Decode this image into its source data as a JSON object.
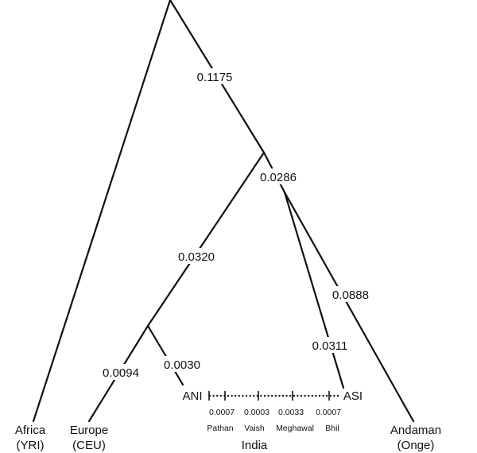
{
  "branch_lengths": {
    "root_to_split": "0.1175",
    "split_node": "0.0286",
    "ani_stem": "0.0320",
    "europe": "0.0094",
    "ani": "0.0030",
    "asi": "0.0311",
    "andaman": "0.0888"
  },
  "tips": {
    "africa": [
      "Africa",
      "(YRI)"
    ],
    "europe": [
      "Europe",
      "(CEU)"
    ],
    "andaman": [
      "Andaman",
      "(Onge)"
    ]
  },
  "admixture": {
    "left_label": "ANI",
    "right_label": "ASI",
    "group_label": "India",
    "populations": [
      {
        "name": "Pathan",
        "value": "0.0007"
      },
      {
        "name": "Vaish",
        "value": "0.0003"
      },
      {
        "name": "Meghawal",
        "value": "0.0033"
      },
      {
        "name": "Bhil",
        "value": "0.0007"
      }
    ]
  }
}
